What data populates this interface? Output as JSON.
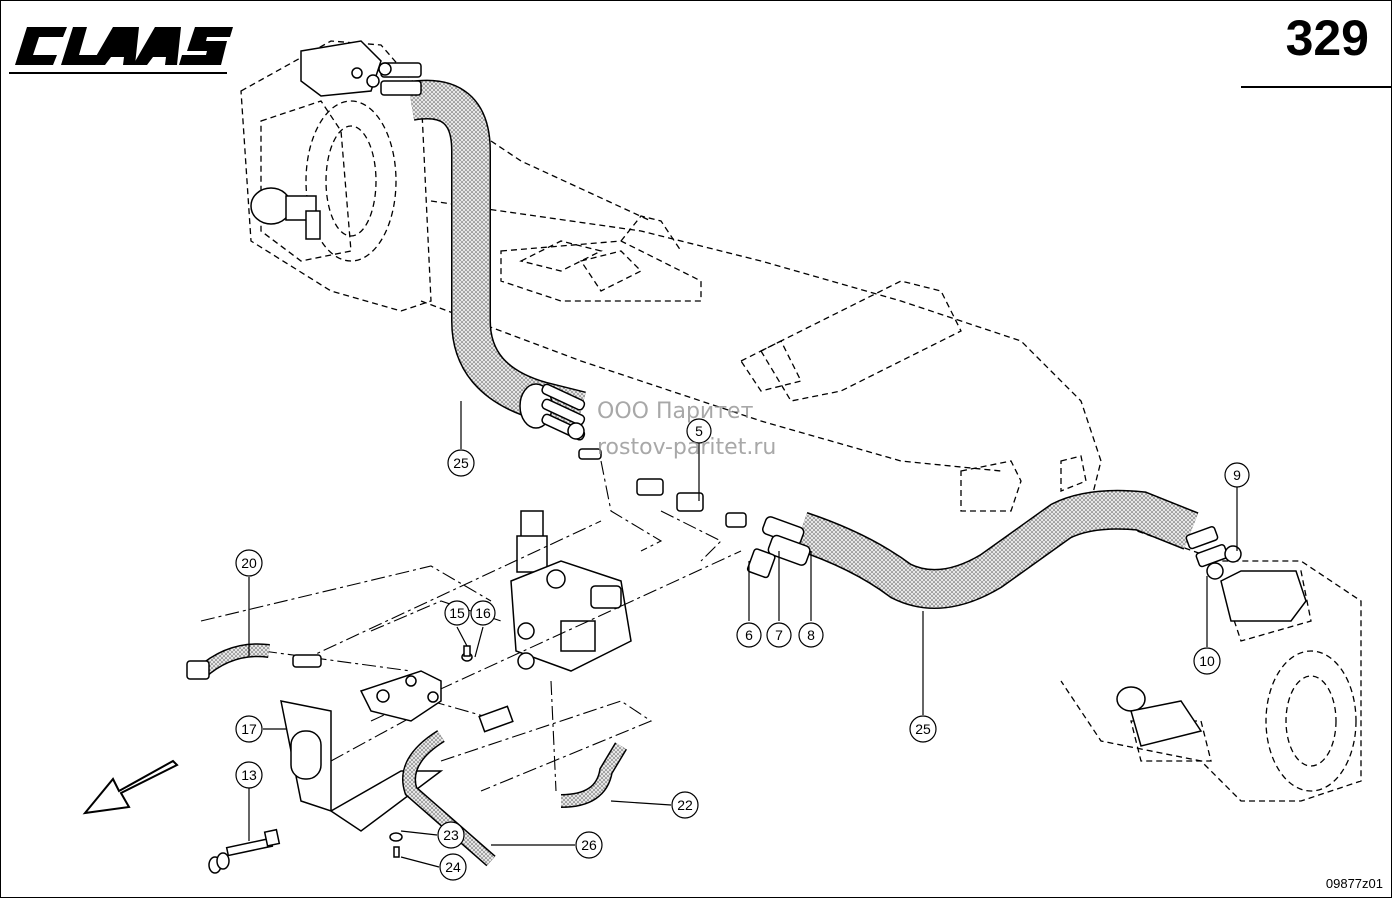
{
  "header": {
    "brand": "CLAAS",
    "page_number": "329"
  },
  "footer": {
    "doc_code": "09877z01"
  },
  "watermark": {
    "line1": "ООО Паритет",
    "line2": "rostov-paritet.ru"
  },
  "callouts": [
    {
      "label": "25",
      "id": "hose-upper"
    },
    {
      "label": "5",
      "id": "union"
    },
    {
      "label": "9",
      "id": "fitting-right-upper"
    },
    {
      "label": "10",
      "id": "fitting-right-lower"
    },
    {
      "label": "20",
      "id": "hose-left"
    },
    {
      "label": "15",
      "id": "bolt"
    },
    {
      "label": "16",
      "id": "washer"
    },
    {
      "label": "6",
      "id": "adapter"
    },
    {
      "label": "7",
      "id": "connector"
    },
    {
      "label": "8",
      "id": "sleeve"
    },
    {
      "label": "17",
      "id": "bracket"
    },
    {
      "label": "13",
      "id": "screw"
    },
    {
      "label": "25",
      "id": "hose-lower"
    },
    {
      "label": "22",
      "id": "hose-bottom"
    },
    {
      "label": "23",
      "id": "ring"
    },
    {
      "label": "26",
      "id": "hose-drain"
    },
    {
      "label": "24",
      "id": "bolt-small"
    }
  ],
  "colors": {
    "line": "#000000",
    "hose_fill": "#d9d9d9",
    "watermark": "#8c8c8c"
  }
}
